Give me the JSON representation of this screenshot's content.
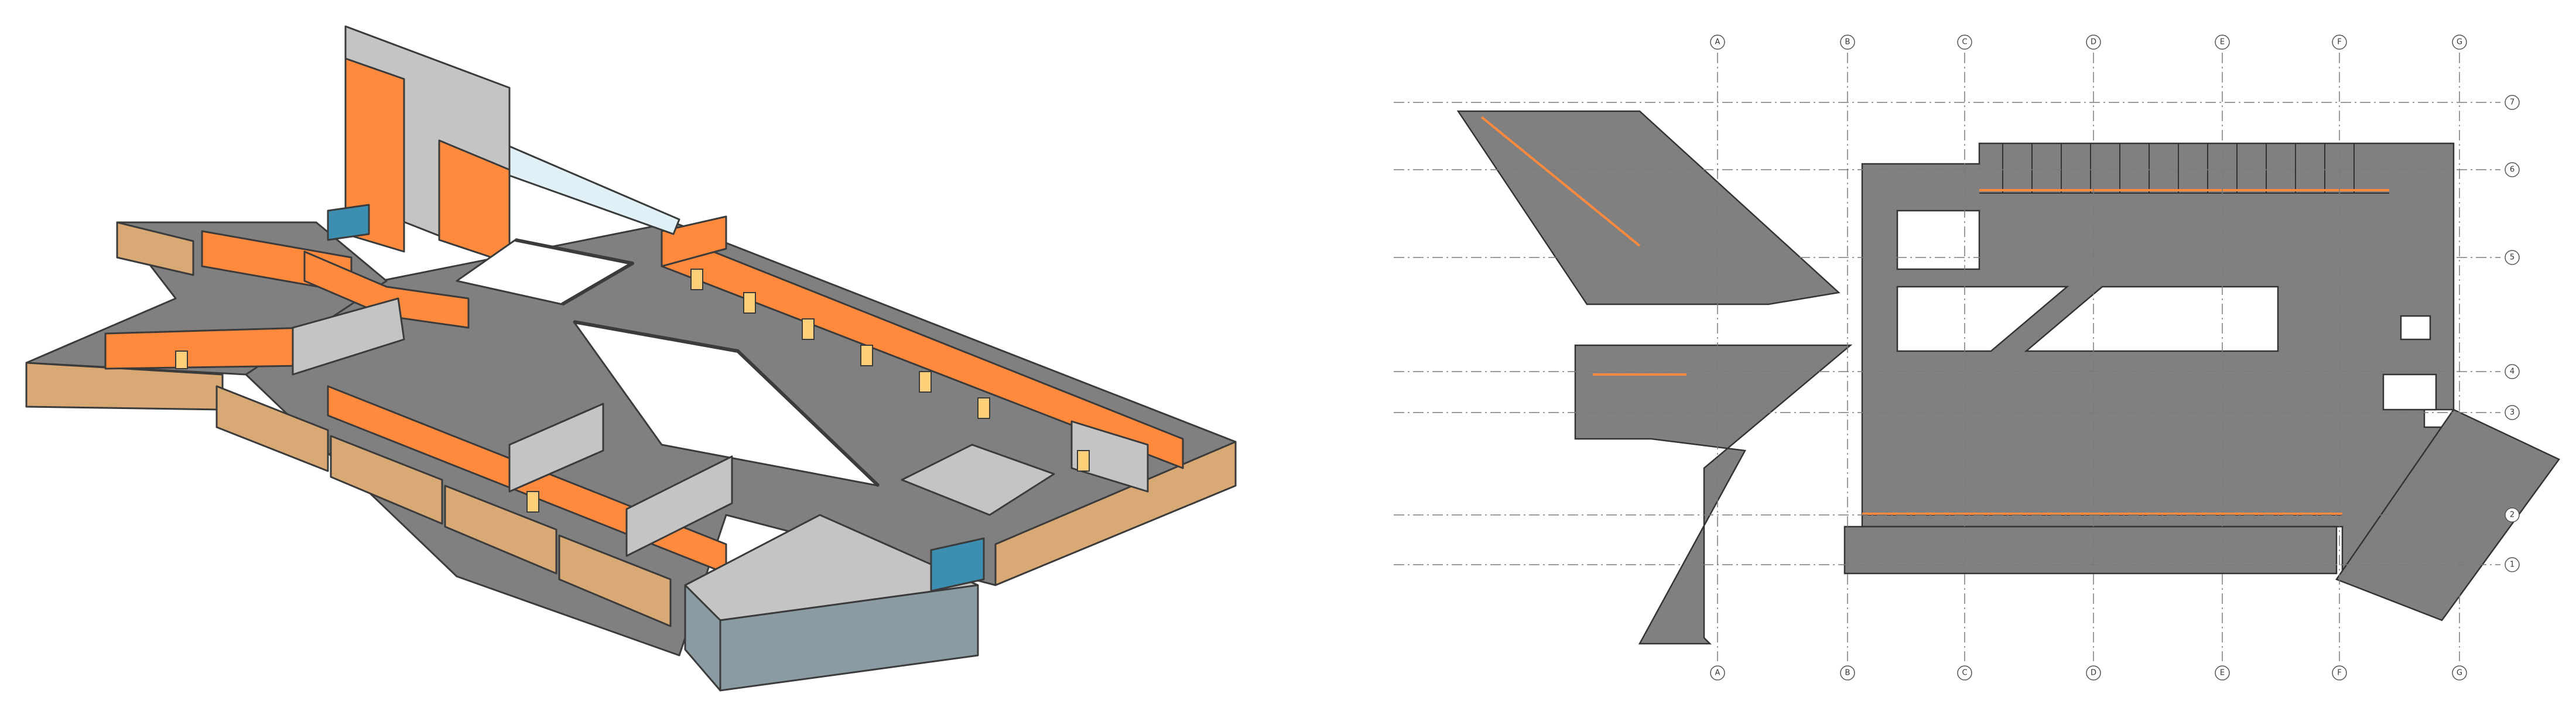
{
  "colors": {
    "wall_orange": "#ff8a3d",
    "wall_orange_dark": "#e86f22",
    "floor_gray": "#808080",
    "wall_gray": "#c4c4c4",
    "wood": "#d8a974",
    "glass_blue": "#3c8fb0",
    "glass_light": "#dff0f7",
    "outline": "#3b3b3b"
  },
  "grid": {
    "columns": [
      "A",
      "B",
      "C",
      "D",
      "E",
      "F",
      "G"
    ],
    "rows": [
      "7",
      "6",
      "5",
      "4",
      "3",
      "2",
      "1"
    ]
  },
  "views": {
    "axonometric": {
      "icon": "isometric-building-view"
    },
    "floor_plan": {
      "icon": "floor-plan-view"
    }
  }
}
